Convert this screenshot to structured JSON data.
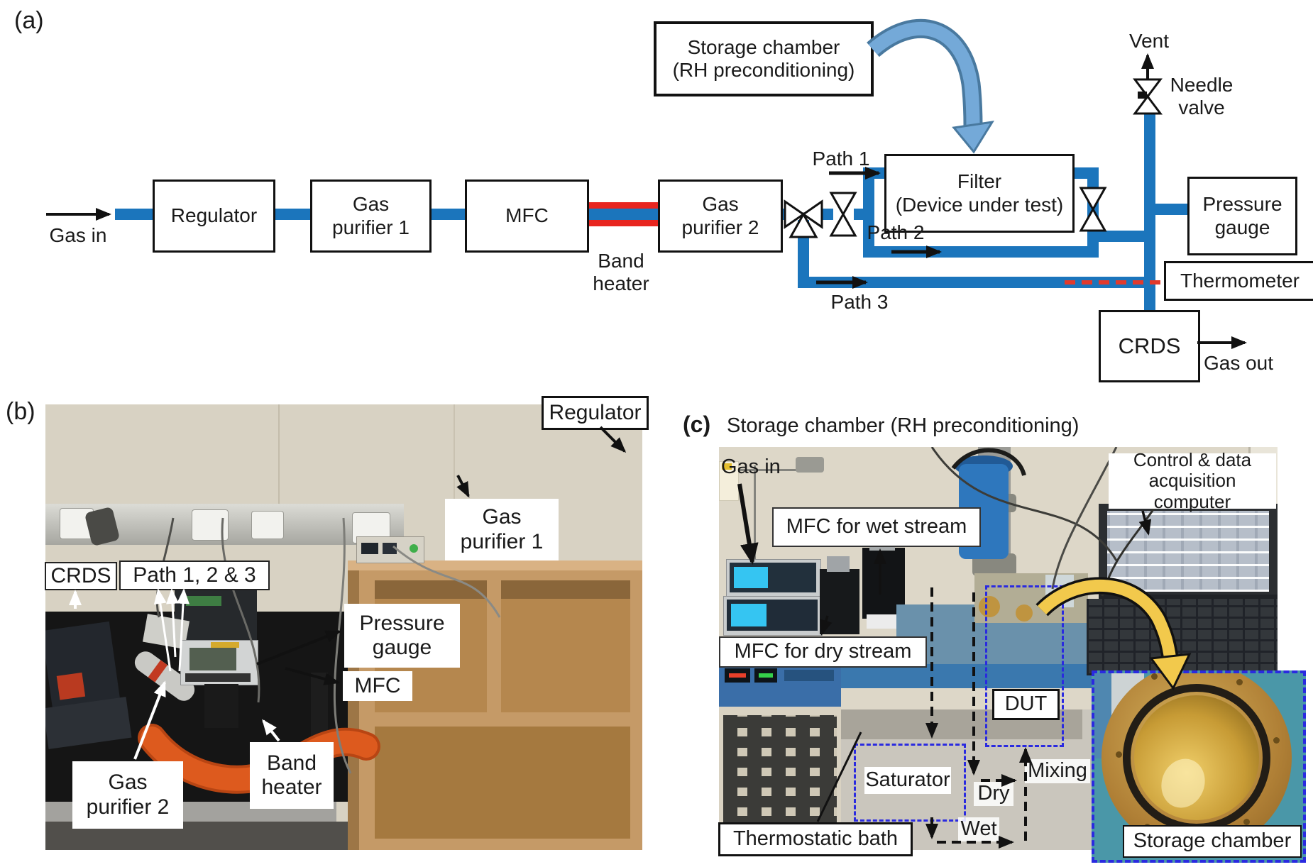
{
  "colors": {
    "pipe_blue": "#1b75bc",
    "heater_red": "#e8251f",
    "dashed_red": "#e23a2c",
    "dashed_blue": "#2a2ae0",
    "curved_arrow_blue": "#74a9d8",
    "curved_arrow_yellow": "#f2c94c"
  },
  "panel_a": {
    "tag": "(a)",
    "gas_in": "Gas in",
    "regulator": "Regulator",
    "gas_purifier1": [
      "Gas",
      "purifier 1"
    ],
    "mfc": "MFC",
    "band_heater": [
      "Band",
      "heater"
    ],
    "gas_purifier2": [
      "Gas",
      "purifier 2"
    ],
    "storage_chamber": [
      "Storage chamber",
      "(RH preconditioning)"
    ],
    "filter": [
      "Filter",
      "(Device under test)"
    ],
    "path1": "Path 1",
    "path2": "Path 2",
    "path3": "Path 3",
    "vent": "Vent",
    "needle_valve": [
      "Needle",
      "valve"
    ],
    "pressure_gauge": [
      "Pressure",
      "gauge"
    ],
    "thermometer": "Thermometer",
    "crds": "CRDS",
    "gas_out": "Gas out"
  },
  "panel_b": {
    "tag": "(b)",
    "crds": "CRDS",
    "paths": "Path 1, 2 & 3",
    "pressure_gauge": [
      "Pressure",
      "gauge"
    ],
    "mfc": "MFC",
    "band_heater": [
      "Band",
      "heater"
    ],
    "gas_purifier2": [
      "Gas",
      "purifier 2"
    ],
    "gas_purifier1": [
      "Gas",
      "purifier 1"
    ],
    "regulator": "Regulator"
  },
  "panel_c": {
    "tag": "(c)",
    "title": "Storage chamber (RH preconditioning)",
    "gas_in": "Gas in",
    "mfc_wet": "MFC for wet stream",
    "control_computer": [
      "Control & data",
      "acquisition",
      "computer"
    ],
    "mfc_dry": "MFC for dry stream",
    "dut": "DUT",
    "saturator": "Saturator",
    "thermostatic_bath": "Thermostatic bath",
    "dry": "Dry",
    "wet": "Wet",
    "mixing": "Mixing",
    "storage_chamber": "Storage chamber"
  }
}
